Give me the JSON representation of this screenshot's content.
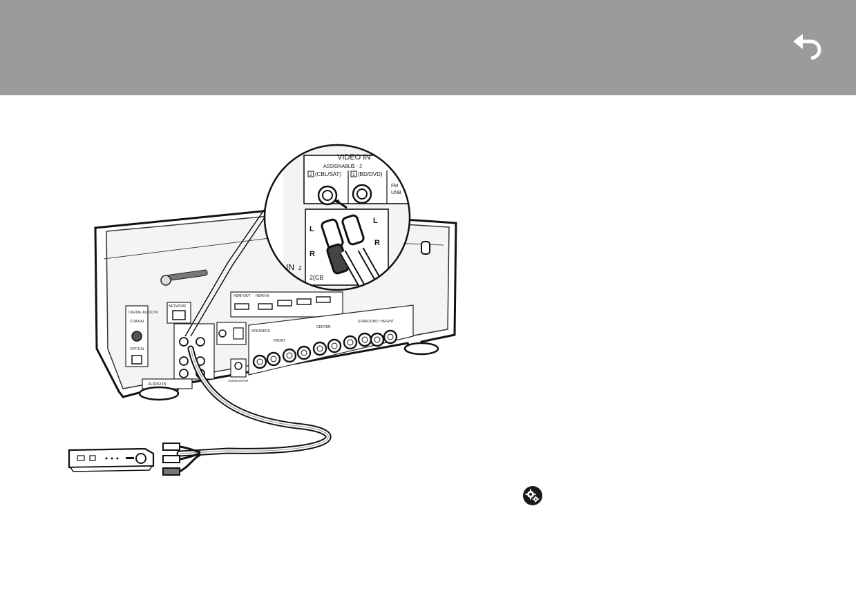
{
  "header": {
    "back_icon": "back-arrow-icon",
    "background_color": "#9b9b9b"
  },
  "diagram": {
    "zoom_labels": {
      "video_in": "VIDEO IN",
      "assignable": "ASSIGNABLE",
      "assignable_range": "1 - 2",
      "input_2": "2",
      "input_2_name": "(CBL/SAT)",
      "input_1": "1",
      "input_1_name": "(BD/DVD)",
      "fm": "FM",
      "unb": "UNB",
      "left": "L",
      "right": "R",
      "left_2": "L",
      "right_2": "R",
      "bottom_label": "2(CB",
      "d_in": "D IN",
      "d_in_num": "2"
    },
    "receiver_labels": {
      "digital_audio_in": "DIGITAL AUDIO IN",
      "coaxial": "COAXIAL",
      "optical": "OPTICAL",
      "network": "NETWORK",
      "hdmi_out": "HDMI OUT",
      "hdmi_in": "HDMI IN",
      "speakers": "SPEAKERS",
      "front": "FRONT",
      "center": "CENTER",
      "surround_height": "SURROUND / HEIGHT",
      "audio_in": "AUDIO IN",
      "subwoofer": "SUBWOOFER"
    }
  },
  "footer": {
    "settings_icon": "settings-gears-icon"
  }
}
